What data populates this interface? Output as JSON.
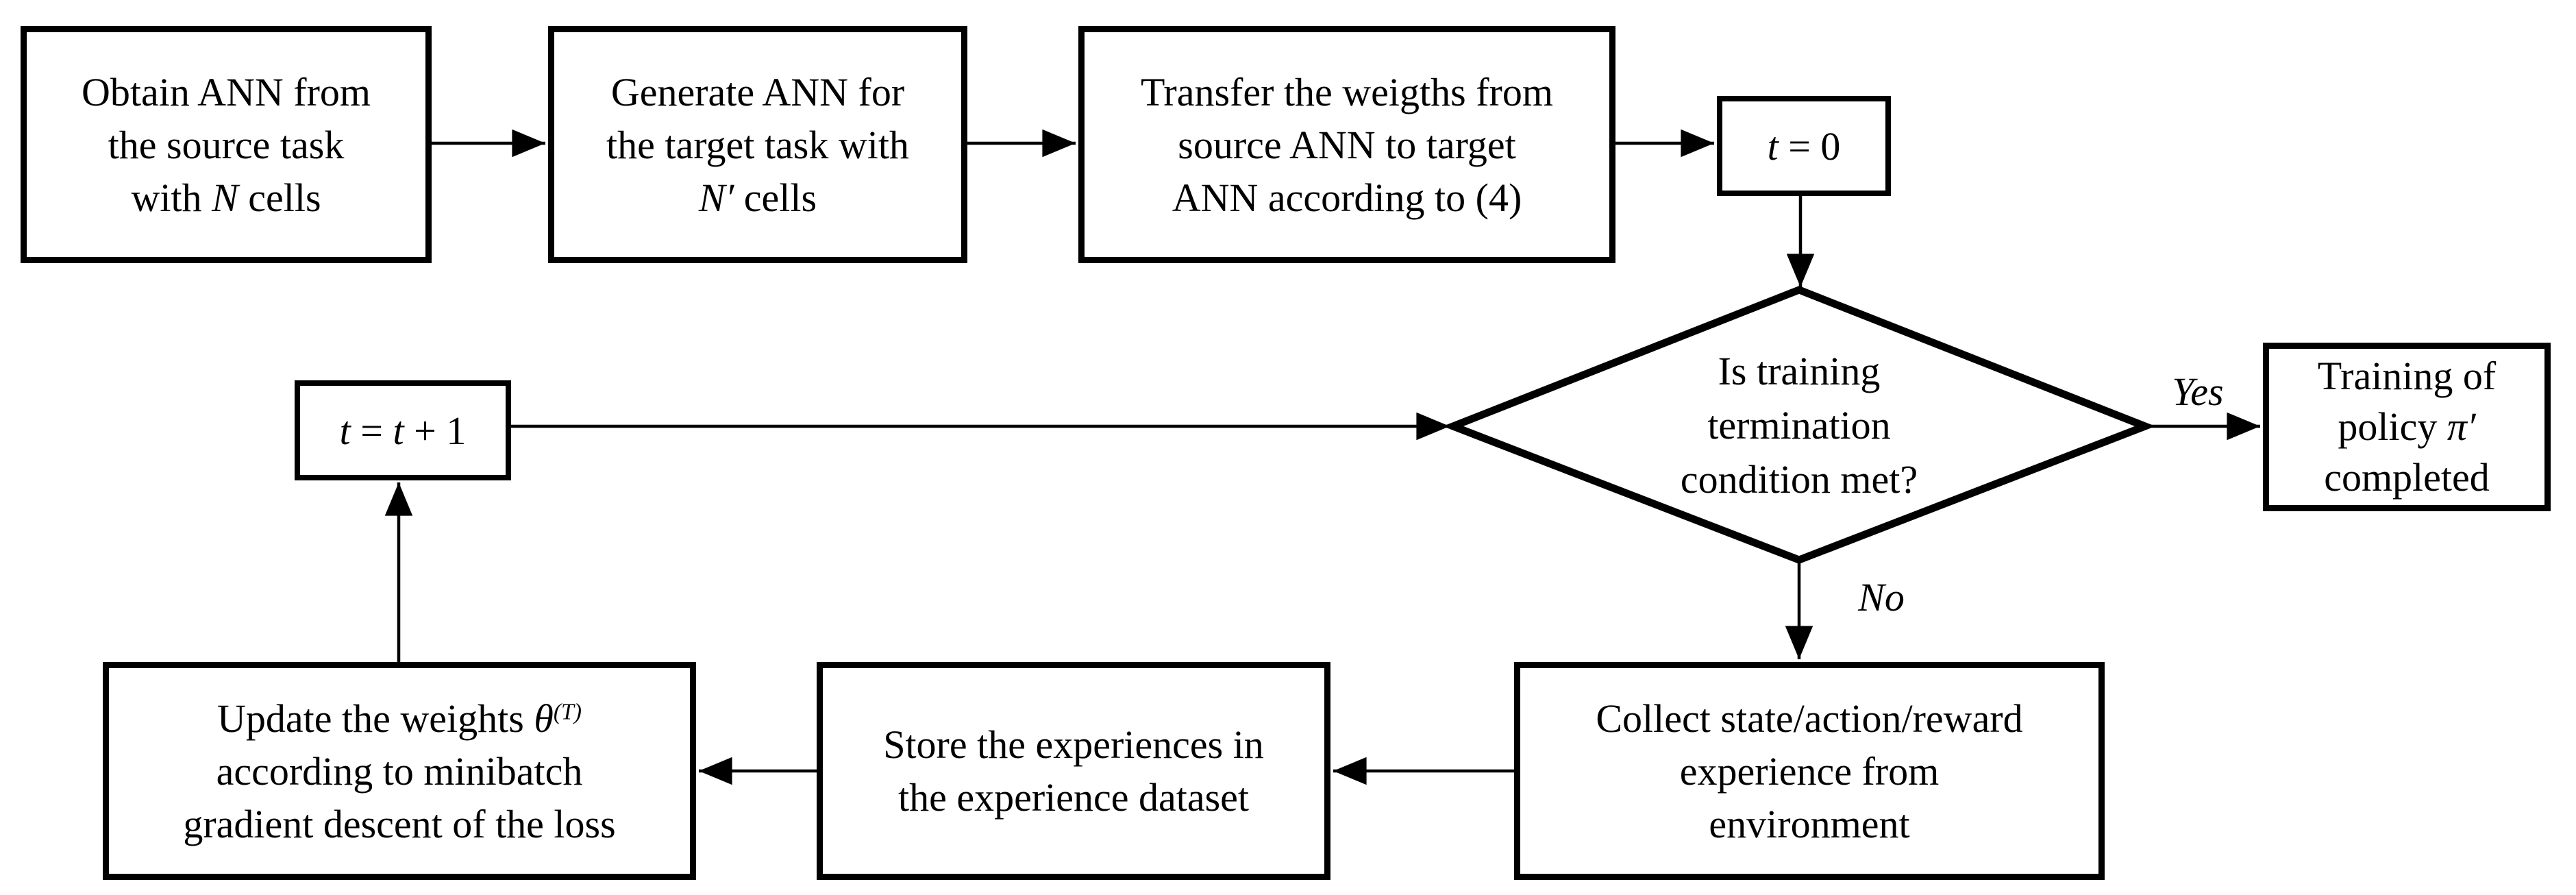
{
  "nodes": {
    "obtain": {
      "l1": "Obtain ANN from",
      "l2": "the source task",
      "l3a": "with ",
      "l3b": "N",
      "l3c": " cells"
    },
    "generate": {
      "l1": "Generate ANN for",
      "l2": "the target task with",
      "l3a": "N′",
      "l3b": " cells"
    },
    "transfer": {
      "l1": "Transfer the weigths from",
      "l2": "source ANN to target",
      "l3": "ANN according to (4)"
    },
    "t0": {
      "a": "t",
      "b": " = 0"
    },
    "decision": {
      "l1": "Is training",
      "l2": "termination",
      "l3": "condition met?"
    },
    "titer": {
      "a": "t",
      "b": " = ",
      "c": "t",
      "d": " + 1"
    },
    "training": {
      "l1": "Training of",
      "l2a": "policy ",
      "l2b": "π′",
      "l3": "completed"
    },
    "collect": {
      "l1": "Collect state/action/reward",
      "l2": "experience from",
      "l3": "environment"
    },
    "store": {
      "l1": "Store the experiences in",
      "l2": "the experience dataset"
    },
    "update": {
      "l1a": "Update the weights ",
      "l1b": "θ",
      "l1c": "(T)",
      "l2": "according to minibatch",
      "l3": "gradient descent of the loss"
    }
  },
  "labels": {
    "yes": "Yes",
    "no": "No"
  },
  "colors": {
    "stroke": "#000000",
    "background": "#ffffff"
  }
}
